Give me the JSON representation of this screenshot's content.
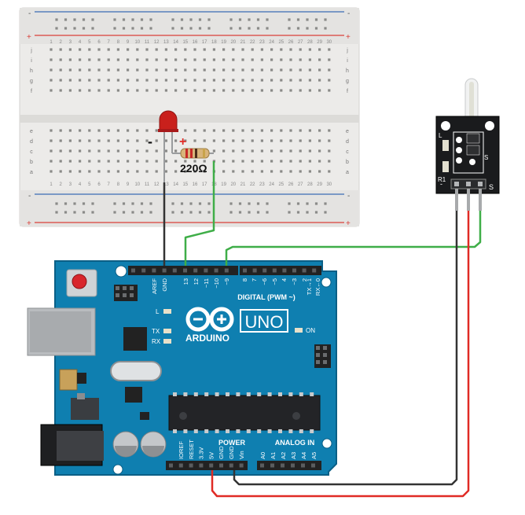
{
  "breadboard": {
    "plus": "+",
    "minus": "-",
    "row_letters_top": [
      "j",
      "i",
      "h",
      "g",
      "f"
    ],
    "row_letters_bottom": [
      "e",
      "d",
      "c",
      "b",
      "a"
    ],
    "column_numbers": [
      "1",
      "2",
      "3",
      "4",
      "5",
      "6",
      "7",
      "8",
      "9",
      "10",
      "11",
      "12",
      "13",
      "14",
      "15",
      "16",
      "17",
      "18",
      "19",
      "20",
      "21",
      "22",
      "23",
      "24",
      "25",
      "26",
      "27",
      "28",
      "29",
      "30"
    ]
  },
  "led": {
    "minus_label": "-",
    "plus_label": "+"
  },
  "resistor": {
    "label": "220Ω"
  },
  "sensor": {
    "label_l": "L",
    "label_s": "S",
    "label_r1": "R1",
    "label_minus": "-"
  },
  "arduino": {
    "brand": "ARDUINO",
    "model": "UNO",
    "digital_label": "DIGITAL (PWM ~)",
    "top_pins": [
      "AREF",
      "GND",
      "13",
      "12",
      "~11",
      "~10",
      "~9",
      "8",
      "7",
      "~6",
      "~5",
      "4",
      "~3",
      "2",
      "TX→1",
      "RX←0"
    ],
    "power_title": "POWER",
    "power_pins": [
      "IOREF",
      "RESET",
      "3.3V",
      "5V",
      "GND",
      "GND",
      "Vin"
    ],
    "analog_title": "ANALOG IN",
    "analog_pins": [
      "A0",
      "A1",
      "A2",
      "A3",
      "A4",
      "A5"
    ],
    "led_labels": {
      "l": "L",
      "tx": "TX",
      "rx": "RX",
      "on": "ON"
    }
  },
  "colors": {
    "board": "#0f7fb0",
    "board_edge": "#0a5f86",
    "breadboard": "#ecebe9",
    "rail_red": "#d9403a",
    "rail_blue": "#3b6bb5",
    "wire_green": "#3fae48",
    "wire_red": "#e02b25",
    "wire_black": "#333333",
    "led_red": "#c9201c"
  }
}
